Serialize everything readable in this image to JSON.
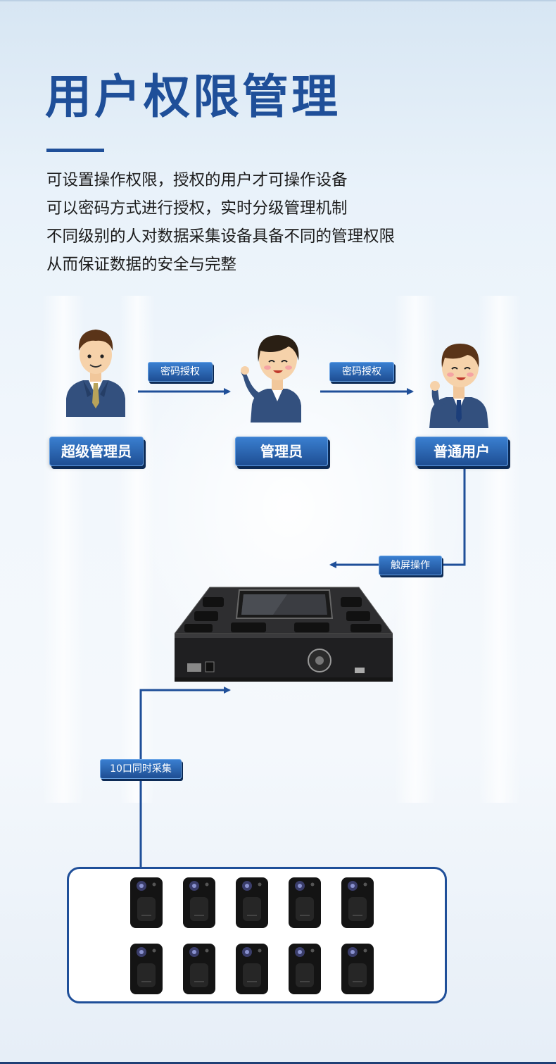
{
  "title": "用户权限管理",
  "description": [
    "可设置操作权限，授权的用户才可操作设备",
    "可以密码方式进行授权，实时分级管理机制",
    "不同级别的人对数据采集设备具备不同的管理权限",
    "从而保证数据的安全与完整"
  ],
  "roles": {
    "super_admin": "超级管理员",
    "admin": "管理员",
    "user": "普通用户"
  },
  "tags": {
    "auth1": "密码授权",
    "auth2": "密码授权",
    "touch": "触屏操作",
    "collect": "10口同时采集"
  },
  "colors": {
    "accent": "#1f4f99",
    "button_top": "#3a7fd0",
    "button_bottom": "#1e4e93"
  },
  "icons": [
    "super-admin-avatar",
    "admin-avatar",
    "user-avatar",
    "workstation-device",
    "body-camera"
  ]
}
